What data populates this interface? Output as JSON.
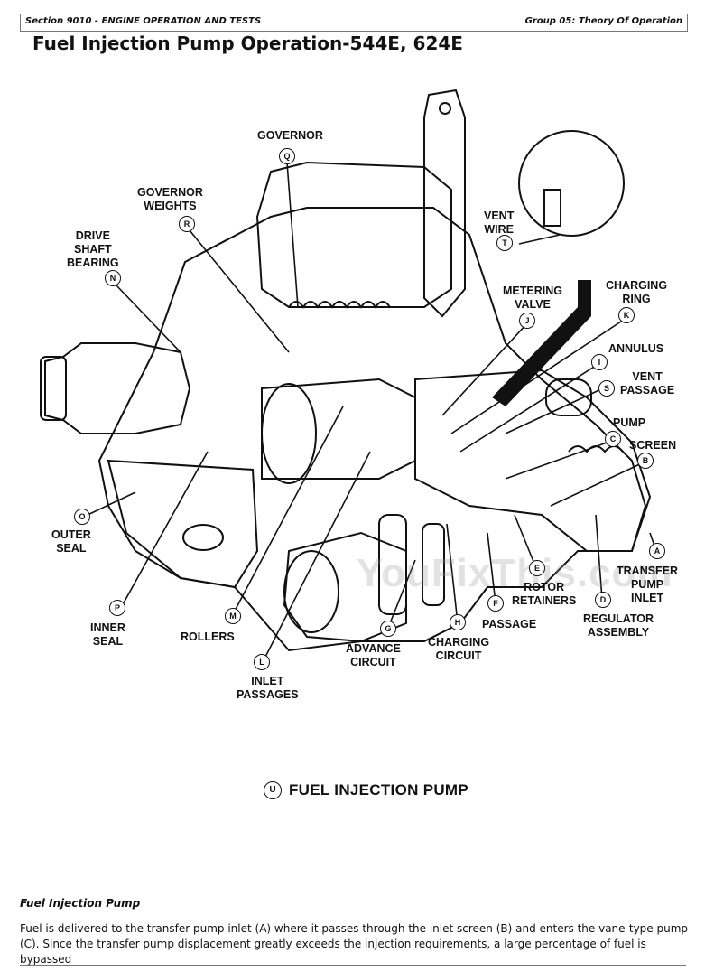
{
  "header": {
    "section": "Section 9010 - ENGINE OPERATION AND TESTS",
    "group": "Group 05: Theory Of Operation"
  },
  "title": "Fuel Injection Pump Operation-544E, 624E",
  "figure": {
    "caption_callout": "U",
    "caption": "FUEL INJECTION PUMP",
    "watermark": "YouFixThis.com",
    "labels": [
      {
        "id": "Q",
        "text": "GOVERNOR"
      },
      {
        "id": "R",
        "text": "GOVERNOR\nWEIGHTS"
      },
      {
        "id": "N",
        "text": "DRIVE\nSHAFT\nBEARING"
      },
      {
        "id": "T",
        "text": "VENT\nWIRE"
      },
      {
        "id": "J",
        "text": "METERING\nVALVE"
      },
      {
        "id": "K",
        "text": "CHARGING\nRING"
      },
      {
        "id": "I",
        "text": "ANNULUS"
      },
      {
        "id": "S",
        "text": "VENT\nPASSAGE"
      },
      {
        "id": "C",
        "text": "PUMP"
      },
      {
        "id": "B",
        "text": "SCREEN"
      },
      {
        "id": "A",
        "text": "TRANSFER\nPUMP\nINLET"
      },
      {
        "id": "E",
        "text": "ROTOR\nRETAINERS"
      },
      {
        "id": "D",
        "text": "REGULATOR\nASSEMBLY"
      },
      {
        "id": "F",
        "text": "PASSAGE"
      },
      {
        "id": "H",
        "text": "CHARGING\nCIRCUIT"
      },
      {
        "id": "G",
        "text": "ADVANCE\nCIRCUIT"
      },
      {
        "id": "L",
        "text": "INLET\nPASSAGES"
      },
      {
        "id": "M",
        "text": "ROLLERS"
      },
      {
        "id": "P",
        "text": "INNER\nSEAL"
      },
      {
        "id": "O",
        "text": "OUTER\nSEAL"
      }
    ]
  },
  "section_heading": "Fuel Injection Pump",
  "paragraph": "Fuel is delivered to the transfer pump inlet (A) where it passes through the inlet screen (B) and enters the vane-type pump (C). Since the transfer pump displacement greatly exceeds the injection requirements, a large percentage of fuel is bypassed"
}
